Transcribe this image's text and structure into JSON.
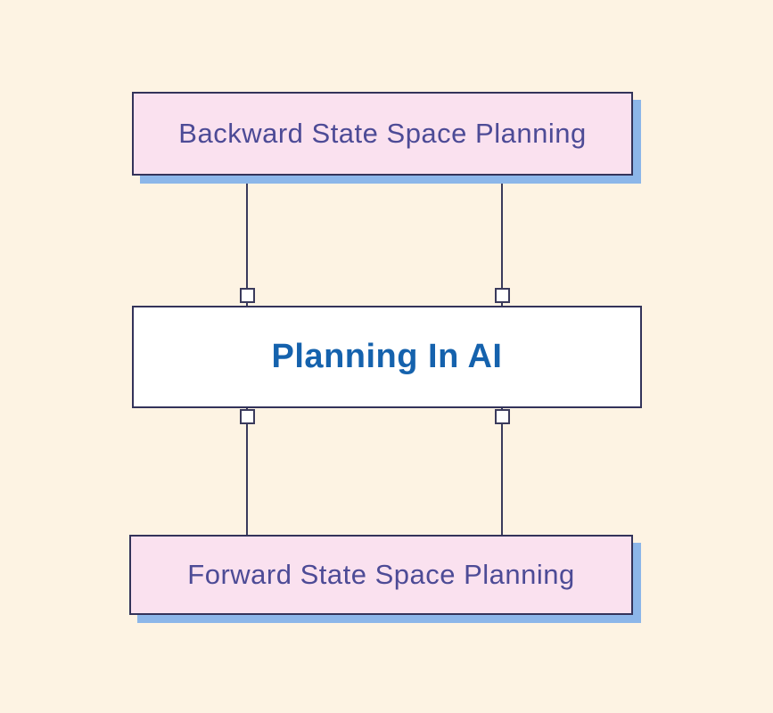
{
  "page": {
    "background_color": "#fdf3e3"
  },
  "diagram": {
    "type": "hierarchy",
    "center_topic": "Planning In AI",
    "nodes": [
      {
        "id": "backward-planning",
        "label": "Backward State Space Planning",
        "fill_color": "#fae1ef",
        "text_color": "#4d4b96",
        "border_color": "#33335a",
        "shadow_color": "#8cb6e9"
      },
      {
        "id": "planning-in-ai",
        "label": "Planning In AI",
        "fill_color": "#ffffff",
        "text_color": "#1562ad",
        "border_color": "#33335a"
      },
      {
        "id": "forward-planning",
        "label": "Forward State Space Planning",
        "fill_color": "#fae1ef",
        "text_color": "#4d4b96",
        "border_color": "#33335a",
        "shadow_color": "#8cb6e9"
      }
    ],
    "edges": [
      {
        "from": "backward-planning",
        "to": "planning-in-ai",
        "side": "left"
      },
      {
        "from": "backward-planning",
        "to": "planning-in-ai",
        "side": "right"
      },
      {
        "from": "planning-in-ai",
        "to": "forward-planning",
        "side": "left"
      },
      {
        "from": "planning-in-ai",
        "to": "forward-planning",
        "side": "right"
      }
    ],
    "edge_color": "#3a3a5c",
    "port_fill_color": "#ffffff"
  }
}
